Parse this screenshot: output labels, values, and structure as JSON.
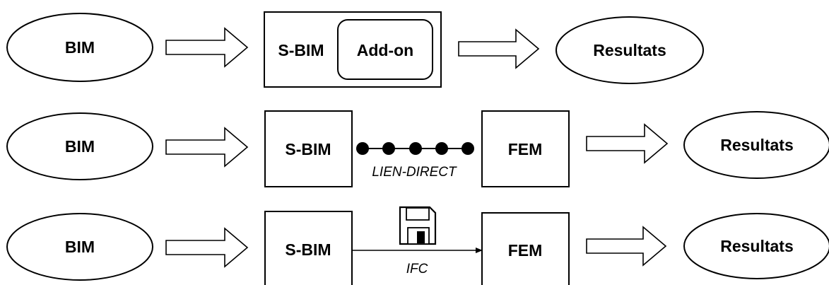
{
  "rows": [
    {
      "source": "BIM",
      "tool": "S-BIM",
      "addon": "Add-on",
      "result": "Resultats"
    },
    {
      "source": "BIM",
      "tool": "S-BIM",
      "link_label": "LIEN-DIRECT",
      "solver": "FEM",
      "result": "Resultats"
    },
    {
      "source": "BIM",
      "tool": "S-BIM",
      "link_label": "IFC",
      "solver": "FEM",
      "result": "Resultats"
    }
  ],
  "icons": {
    "ifc_file": "floppy-disk-icon"
  }
}
